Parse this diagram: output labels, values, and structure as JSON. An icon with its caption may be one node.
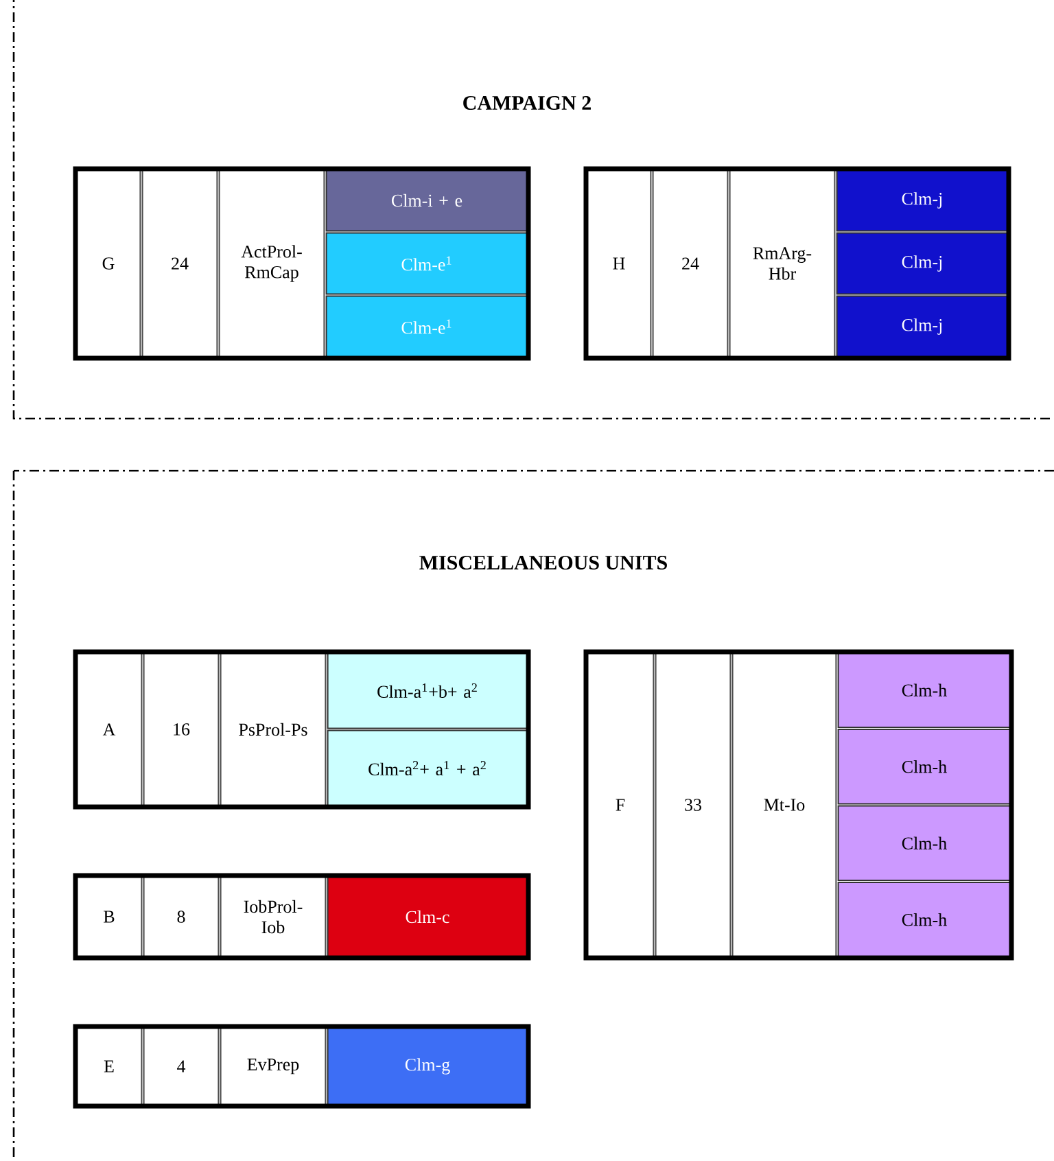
{
  "diagram": {
    "nodes": [
      {
        "text": [
          "CAMPAIGN 2"
        ]
      },
      {
        "text": [],
        "shape": "box",
        "in": 0
      },
      {
        "text": [
          "G"
        ],
        "in": 1
      },
      {
        "text": [
          "24"
        ],
        "in": 1
      },
      {
        "text": [
          "ActProl-RmCap"
        ],
        "in": 1
      },
      {
        "text": [
          "Clm-i + e"
        ],
        "in": 1
      },
      {
        "text": [
          "Clm-e$^{1}$"
        ],
        "in": 1
      },
      {
        "text": [
          "Clm-e$^{1}$"
        ],
        "in": 1
      },
      {
        "text": [],
        "shape": "box",
        "in": 0
      },
      {
        "text": [
          "H"
        ],
        "in": 8
      },
      {
        "text": [
          "24"
        ],
        "in": 8
      },
      {
        "text": [
          "RmArg-Hbr"
        ],
        "in": 8
      },
      {
        "text": [
          "Clm-j"
        ],
        "in": 8
      },
      {
        "text": [
          "Clm-j"
        ],
        "in": 8
      },
      {
        "text": [
          "Clm-j"
        ],
        "in": 8
      },
      {
        "text": [
          "MISCELLANEOUS UNITS"
        ]
      },
      {
        "text": [],
        "shape": "box",
        "in": 15
      },
      {
        "text": [
          "A"
        ],
        "in": 16
      },
      {
        "text": [
          "16"
        ],
        "in": 16
      },
      {
        "text": [
          "PsProl-Ps"
        ],
        "in": 16
      },
      {
        "text": [
          "Clm-a$^{1}$+b+ a$^{2}$"
        ],
        "in": 16
      },
      {
        "text": [
          "Clm-a$^{2}$+ a$^{1}$ + a$^{2}$"
        ],
        "in": 16
      },
      {
        "text": [],
        "shape": "box",
        "in": 15
      },
      {
        "text": [
          "F"
        ],
        "in": 22
      },
      {
        "text": [
          "33"
        ],
        "in": 22
      },
      {
        "text": [
          "Mt-Io"
        ],
        "in": 22
      },
      {
        "text": [
          "Clm-h"
        ],
        "in": 22
      },
      {
        "text": [
          "Clm-h"
        ],
        "in": 22
      },
      {
        "text": [
          "Clm-h"
        ],
        "in": 22
      },
      {
        "text": [
          "Clm-h"
        ],
        "in": 22
      },
      {
        "text": [],
        "shape": "box",
        "in": 15
      },
      {
        "text": [
          "B"
        ],
        "in": 30
      },
      {
        "text": [
          "8"
        ],
        "in": 30
      },
      {
        "text": [
          "IobProl-Iob"
        ],
        "in": 30
      },
      {
        "text": [
          "Clm-c"
        ],
        "in": 30
      },
      {
        "text": [],
        "shape": "box",
        "in": 15
      },
      {
        "text": [
          "E"
        ],
        "in": 35
      },
      {
        "text": [
          "4"
        ],
        "in": 35
      },
      {
        "text": [
          "EvPrep"
        ],
        "in": 35
      },
      {
        "text": [
          "Clm-g"
        ],
        "in": 35
      }
    ]
  }
}
